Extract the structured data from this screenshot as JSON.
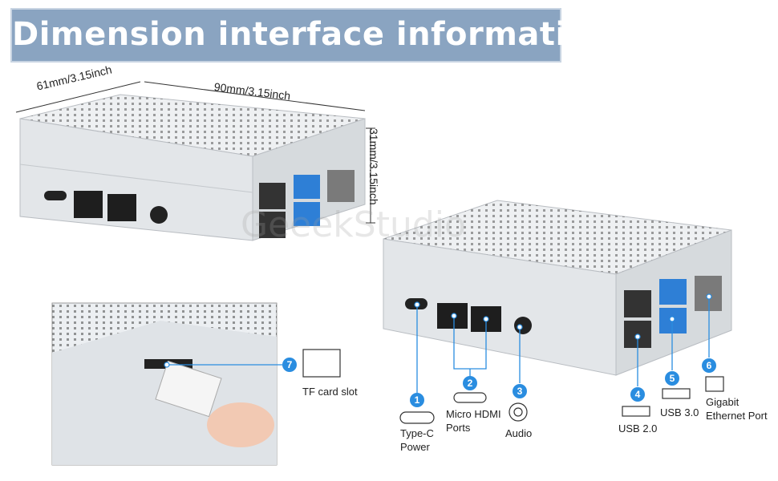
{
  "banner": {
    "title": "Dimension interface information"
  },
  "dimensions": {
    "width": "61mm/3.15inch",
    "length": "90mm/3.15inch",
    "height": "31mm/3.15inch"
  },
  "watermark": "GeeekStudio",
  "ports": [
    {
      "number": "1",
      "line1": "Type-C",
      "line2": "Power"
    },
    {
      "number": "2",
      "line1": "Micro HDMI",
      "line2": "Ports"
    },
    {
      "number": "3",
      "line1": "Audio",
      "line2": ""
    },
    {
      "number": "4",
      "line1": "USB 2.0",
      "line2": ""
    },
    {
      "number": "5",
      "line1": "USB 3.0",
      "line2": ""
    },
    {
      "number": "6",
      "line1": "Gigabit",
      "line2": "Ethernet Port"
    },
    {
      "number": "7",
      "line1": "TF card slot",
      "line2": ""
    }
  ],
  "colors": {
    "banner": "#8aa4c1",
    "accent": "#2a8de0",
    "usb3": "#2e7fd6"
  }
}
